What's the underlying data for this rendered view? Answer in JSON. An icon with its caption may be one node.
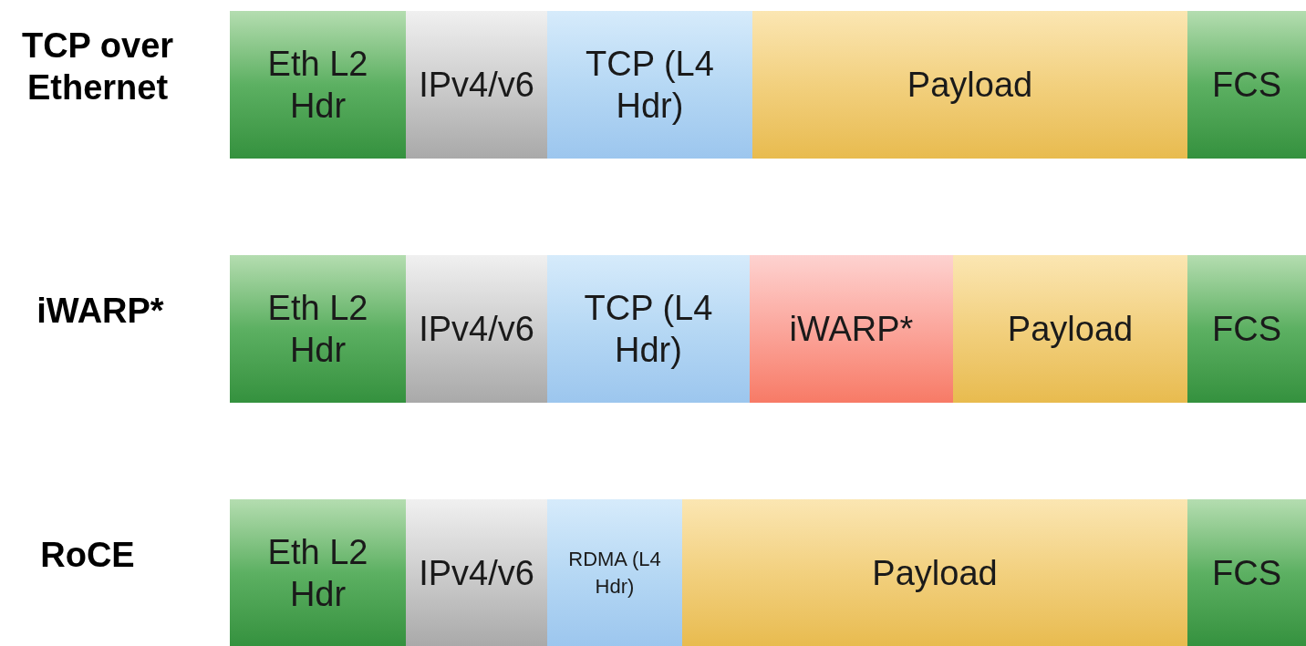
{
  "diagram": {
    "nodes": [
      {
        "text": [
          "Eth L2 Hdr"
        ]
      },
      {
        "text": [
          "IPv4/v6"
        ]
      },
      {
        "text": [
          "TCP (L4 Hdr)"
        ]
      },
      {
        "text": [
          "Payload"
        ]
      },
      {
        "text": [
          "FCS"
        ]
      },
      {
        "text": [
          "Eth L2 Hdr"
        ]
      },
      {
        "text": [
          "IPv4/v6"
        ]
      },
      {
        "text": [
          "TCP (L4 Hdr)"
        ]
      },
      {
        "text": [
          "iWARP*"
        ]
      },
      {
        "text": [
          "Payload"
        ]
      },
      {
        "text": [
          "FCS"
        ]
      },
      {
        "text": [
          "Eth L2 Hdr"
        ]
      },
      {
        "text": [
          "IPv4/v6"
        ]
      },
      {
        "text": [
          "RDMA (L4 Hdr)"
        ]
      },
      {
        "text": [
          "Payload"
        ]
      },
      {
        "text": [
          "FCS"
        ]
      }
    ],
    "labels": [
      "TCP over Ethernet",
      "iWARP*",
      "RoCE"
    ]
  }
}
